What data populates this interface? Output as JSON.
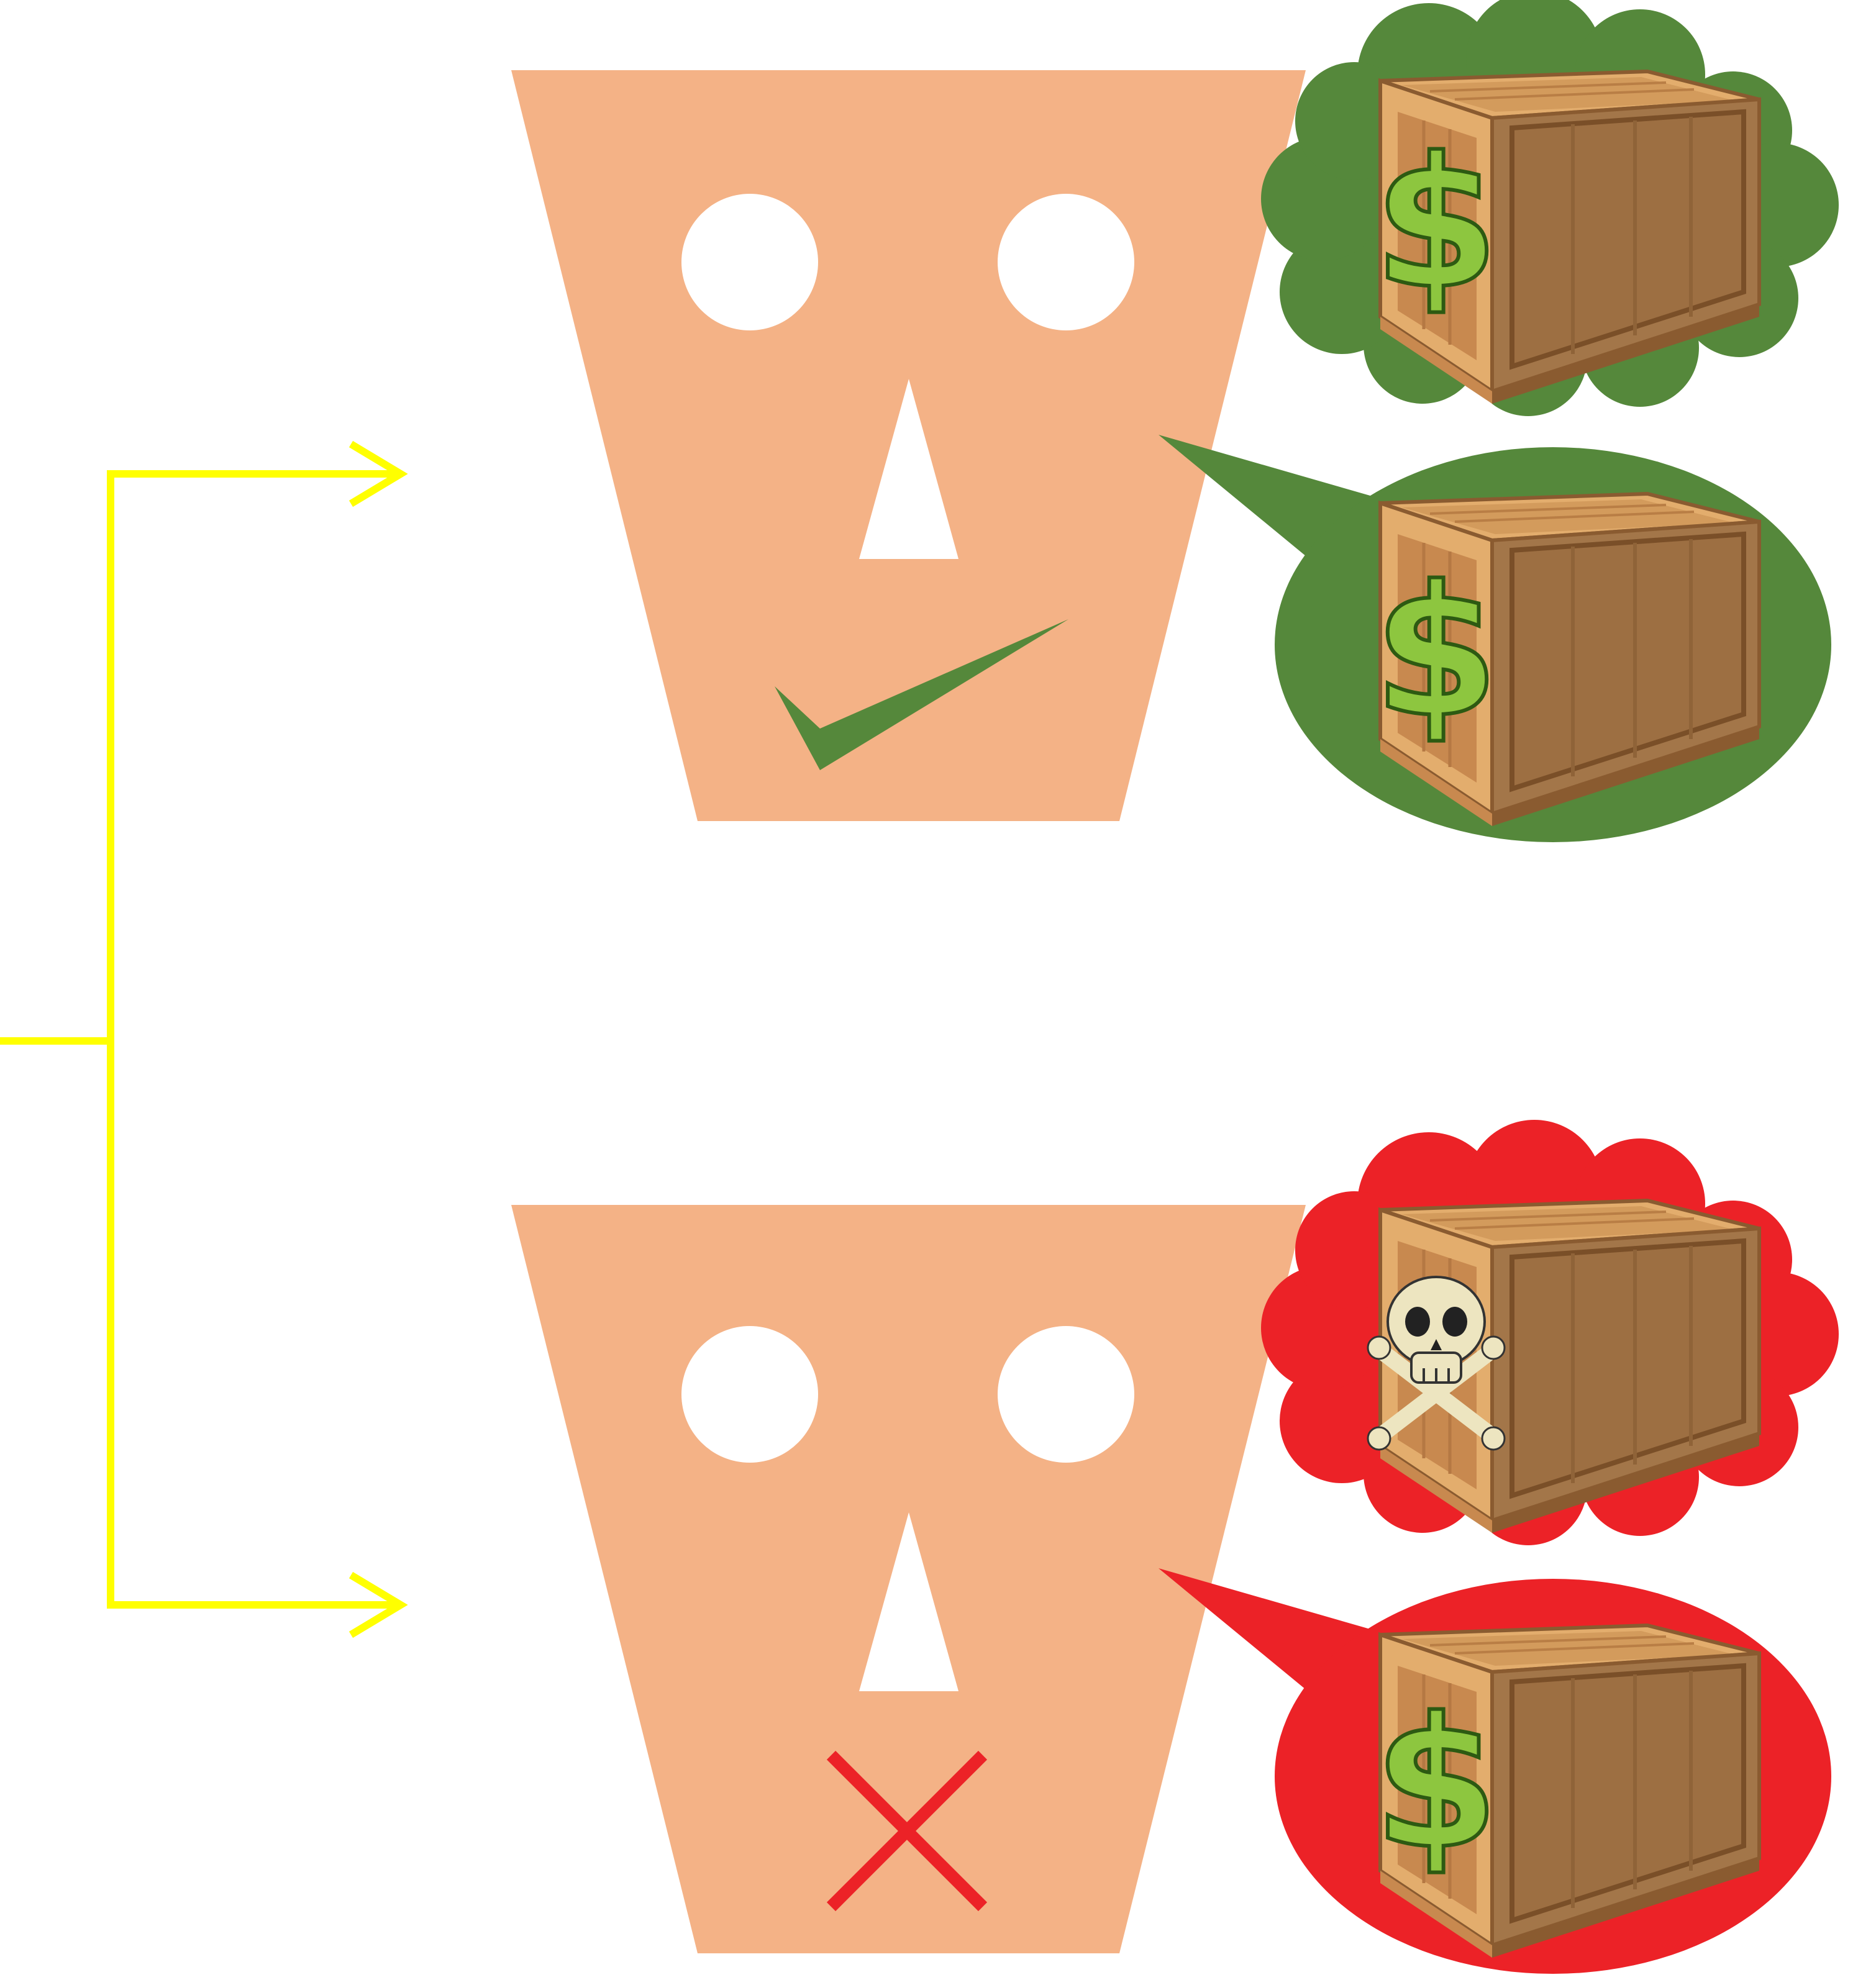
{
  "colors": {
    "background": "#ffffff",
    "connector": "#ffff00",
    "face": "#f4b286",
    "face_features": "#ffffff",
    "approve": "#55883b",
    "reject": "#ec2227",
    "crate_light": "#e3ad6d",
    "crate_mid": "#c8894f",
    "crate_dark": "#a37649",
    "crate_edge": "#8a5b30",
    "dollar": "#8dc63f",
    "dollar_outline": "#2d5a12",
    "skull": "#ede5c0"
  },
  "scenarios": [
    {
      "id": "honest",
      "mouth": "check-mark",
      "belief_symbol": "$",
      "speech_symbol": "$",
      "bubble_color_key": "approve"
    },
    {
      "id": "deceptive",
      "mouth": "x-mark",
      "belief_symbol": "skull-and-crossbones",
      "speech_symbol": "$",
      "bubble_color_key": "reject"
    }
  ]
}
